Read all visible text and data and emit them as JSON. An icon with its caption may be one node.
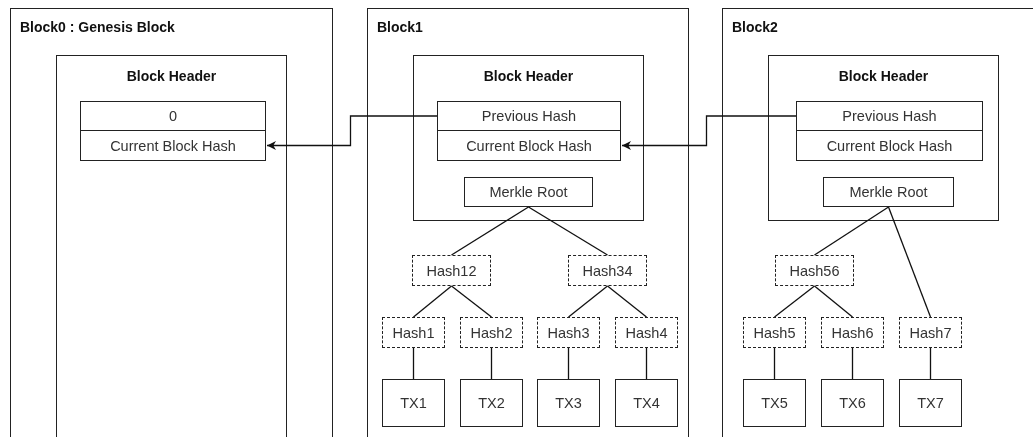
{
  "diagram": {
    "nodes": [
      {
        "text": [
          "Block0 : Genesis Block"
        ]
      },
      {
        "text": [
          "Block Header"
        ],
        "in": 0
      },
      {
        "text": [
          "0"
        ],
        "in": 1
      },
      {
        "text": [
          "Current Block Hash"
        ],
        "in": 1
      },
      {
        "text": [
          "Block1"
        ]
      },
      {
        "text": [
          "Block Header"
        ],
        "in": 4
      },
      {
        "text": [
          "Previous Hash"
        ],
        "in": 5
      },
      {
        "text": [
          "Current Block Hash"
        ],
        "in": 5
      },
      {
        "text": [
          "Merkle Root"
        ],
        "in": 5
      },
      {
        "text": [
          "Hash12"
        ],
        "in": 4
      },
      {
        "text": [
          "Hash34"
        ],
        "in": 4
      },
      {
        "text": [
          "Hash1"
        ],
        "in": 4
      },
      {
        "text": [
          "Hash2"
        ],
        "in": 4
      },
      {
        "text": [
          "Hash3"
        ],
        "in": 4
      },
      {
        "text": [
          "Hash4"
        ],
        "in": 4
      },
      {
        "text": [
          "TX1"
        ],
        "in": 4
      },
      {
        "text": [
          "TX2"
        ],
        "in": 4
      },
      {
        "text": [
          "TX3"
        ],
        "in": 4
      },
      {
        "text": [
          "TX4"
        ],
        "in": 4
      },
      {
        "text": [
          "Block2"
        ]
      },
      {
        "text": [
          "Block Header"
        ],
        "in": 19
      },
      {
        "text": [
          "Previous Hash"
        ],
        "in": 20
      },
      {
        "text": [
          "Current Block Hash"
        ],
        "in": 20
      },
      {
        "text": [
          "Merkle Root"
        ],
        "in": 20
      },
      {
        "text": [
          "Hash56"
        ],
        "in": 19
      },
      {
        "text": [
          "Hash5"
        ],
        "in": 19
      },
      {
        "text": [
          "Hash6"
        ],
        "in": 19
      },
      {
        "text": [
          "Hash7"
        ],
        "in": 19
      },
      {
        "text": [
          "TX5"
        ],
        "in": 19
      },
      {
        "text": [
          "TX6"
        ],
        "in": 19
      },
      {
        "text": [
          "TX7"
        ],
        "in": 19
      }
    ],
    "edges": [
      {
        "from": 6,
        "to": 3,
        "arrow": "to"
      },
      {
        "from": 21,
        "to": 7,
        "arrow": "to"
      },
      {
        "from": 8,
        "to": 9,
        "arrow": "none"
      },
      {
        "from": 8,
        "to": 10,
        "arrow": "none"
      },
      {
        "from": 9,
        "to": 11,
        "arrow": "none"
      },
      {
        "from": 9,
        "to": 12,
        "arrow": "none"
      },
      {
        "from": 10,
        "to": 13,
        "arrow": "none"
      },
      {
        "from": 10,
        "to": 14,
        "arrow": "none"
      },
      {
        "from": 11,
        "to": 15,
        "arrow": "none"
      },
      {
        "from": 12,
        "to": 16,
        "arrow": "none"
      },
      {
        "from": 13,
        "to": 17,
        "arrow": "none"
      },
      {
        "from": 14,
        "to": 18,
        "arrow": "none"
      },
      {
        "from": 23,
        "to": 24,
        "arrow": "none"
      },
      {
        "from": 23,
        "to": 27,
        "arrow": "none"
      },
      {
        "from": 24,
        "to": 25,
        "arrow": "none"
      },
      {
        "from": 24,
        "to": 26,
        "arrow": "none"
      },
      {
        "from": 25,
        "to": 28,
        "arrow": "none"
      },
      {
        "from": 26,
        "to": 29,
        "arrow": "none"
      },
      {
        "from": 27,
        "to": 30,
        "arrow": "none"
      }
    ]
  }
}
